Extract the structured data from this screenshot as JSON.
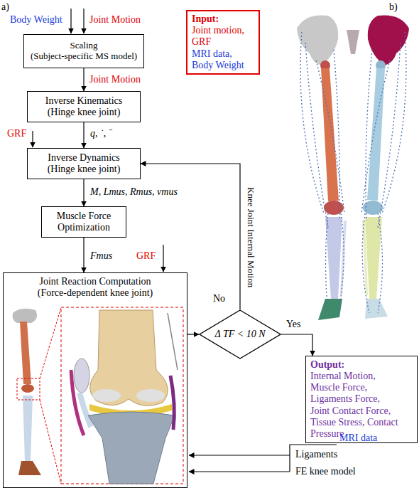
{
  "diagram": {
    "nodes": [
      {
        "text": [
          "Input:",
          "Joint motion, GRF",
          "MRI data, Body Weight"
        ]
      },
      {
        "text": [
          "Scaling",
          "(Subject-specific MS model)"
        ]
      },
      {
        "text": [
          "Inverse Kinematics",
          "(Hinge knee joint)"
        ]
      },
      {
        "text": [
          "Inverse Dynamics",
          "(Hinge knee joint)"
        ]
      },
      {
        "text": [
          "Muscle Force Optimization"
        ]
      },
      {
        "text": [
          "Joint Reaction Computation",
          "(Force-dependent knee joint)"
        ]
      },
      {
        "text": [
          "Δ TF < 10 N"
        ]
      },
      {
        "text": [
          "Output:",
          "Internal Motion, Muscle Force, Ligaments Force, Joint Contact Force, Tissue Stress, Contact Pressure"
        ]
      }
    ],
    "edges": [
      {
        "from": 1,
        "to": 2,
        "arrow": "to",
        "label": "Joint Motion"
      },
      {
        "from": 2,
        "to": 3,
        "arrow": "to",
        "label": "q, ˙, ¨"
      },
      {
        "from": 3,
        "to": 4,
        "arrow": "to",
        "label": "M, Lmus, Rmus, vmus"
      },
      {
        "from": 4,
        "to": 5,
        "arrow": "to",
        "label": "Fmus"
      },
      {
        "from": 5,
        "to": 6,
        "arrow": "to"
      },
      {
        "from": 6,
        "to": 3,
        "arrow": "to",
        "label": "Knee Joint Internal Motion"
      },
      {
        "from": 6,
        "to": 7,
        "arrow": "to",
        "label": "Yes"
      }
    ],
    "labels": [
      "a)",
      "b)",
      "Body Weight",
      "Joint Motion",
      "GRF",
      "GRF",
      "No",
      "MRI data",
      "Ligaments",
      "FE knee model"
    ]
  }
}
